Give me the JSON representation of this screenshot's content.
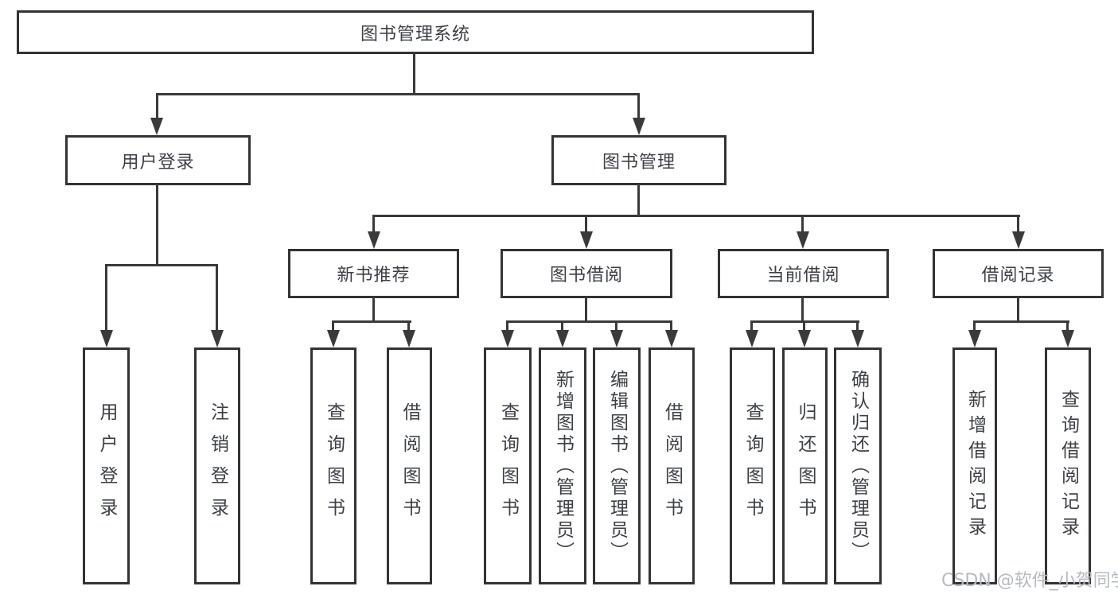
{
  "title": "图书管理系统",
  "watermark": "CSDN @软件_小贺同学",
  "colors": {
    "line": "#3a3a3a",
    "box_border": "#333333",
    "text": "#3c4046",
    "background": "#ffffff",
    "watermark": "#b6bac0"
  },
  "tree": {
    "root": {
      "label": "图书管理系统"
    },
    "branches": [
      {
        "label": "用户登录",
        "children": [
          {
            "label": "用户登录"
          },
          {
            "label": "注销登录"
          }
        ]
      },
      {
        "label": "图书管理",
        "children": [
          {
            "label": "新书推荐",
            "children": [
              {
                "label": "查询图书"
              },
              {
                "label": "借阅图书"
              }
            ]
          },
          {
            "label": "图书借阅",
            "children": [
              {
                "label": "查询图书"
              },
              {
                "label": "新增图书（管理员）"
              },
              {
                "label": "编辑图书（管理员）"
              },
              {
                "label": "借阅图书"
              }
            ]
          },
          {
            "label": "当前借阅",
            "children": [
              {
                "label": "查询图书"
              },
              {
                "label": "归还图书"
              },
              {
                "label": "确认归还（管理员）"
              }
            ]
          },
          {
            "label": "借阅记录",
            "children": [
              {
                "label": "新增借阅记录"
              },
              {
                "label": "查询借阅记录"
              }
            ]
          }
        ]
      }
    ]
  }
}
